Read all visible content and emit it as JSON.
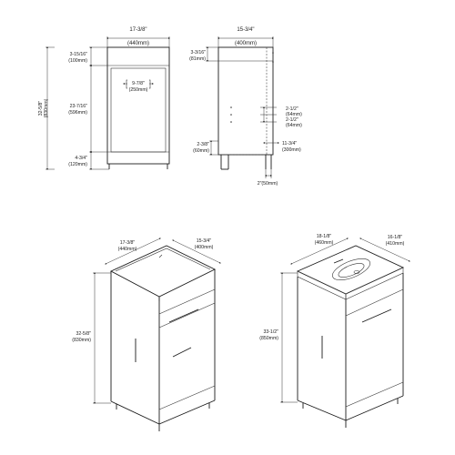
{
  "front_view": {
    "width": "17-3/8\"",
    "width_mm": "(440mm)",
    "top_band": "3-15/16\"",
    "top_band_mm": "(100mm)",
    "door_height": "23-7/16\"",
    "door_height_mm": "(596mm)",
    "base": "4-3/4\"",
    "base_mm": "(120mm)",
    "total_height": "32-5/8\"",
    "total_height_mm": "(830mm)",
    "drawer_width": "9-7/8\"",
    "drawer_width_mm": "(250mm)"
  },
  "side_view": {
    "depth": "15-3/4\"",
    "depth_mm": "(400mm)",
    "top": "3-3/16\"",
    "top_mm": "(81mm)",
    "shelf_gap1": "2-1/2\"",
    "shelf_gap1_mm": "(64mm)",
    "shelf_gap2": "2-1/2\"",
    "shelf_gap2_mm": "(64mm)",
    "foot": "2-3/8\"",
    "foot_mm": "(60mm)",
    "back_depth": "11-3/4\"",
    "back_depth_mm": "(300mm)",
    "toe": "2\"(50mm)"
  },
  "iso_cabinet": {
    "width": "17-3/8\"",
    "width_mm": "(440mm)",
    "depth": "15-3/4\"",
    "depth_mm": "(400mm)",
    "height": "32-5/8\"",
    "height_mm": "(830mm)"
  },
  "iso_sink": {
    "width": "18-1/8\"",
    "width_mm": "(460mm)",
    "depth": "16-1/8\"",
    "depth_mm": "(410mm)",
    "height": "33-1/2\"",
    "height_mm": "(850mm)"
  }
}
